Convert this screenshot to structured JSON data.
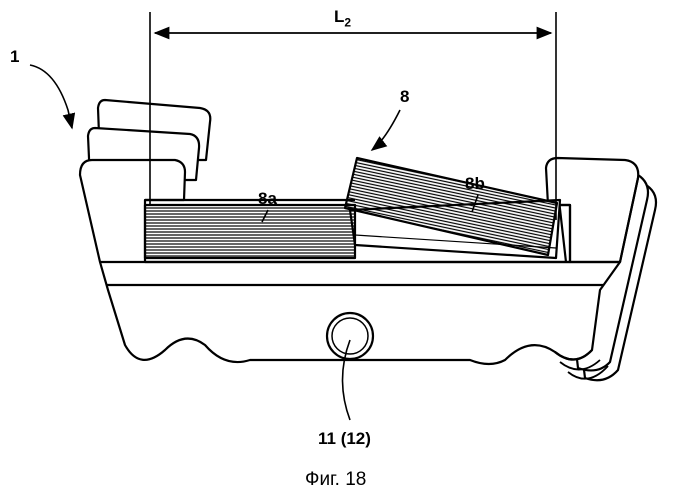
{
  "figure": {
    "dimension_label": "L",
    "dimension_subscript": "2",
    "labels": {
      "device": "1",
      "assembly": "8",
      "block_a": "8a",
      "block_b": "8b",
      "hole": "11 (12)"
    },
    "caption": "Фиг. 18"
  }
}
